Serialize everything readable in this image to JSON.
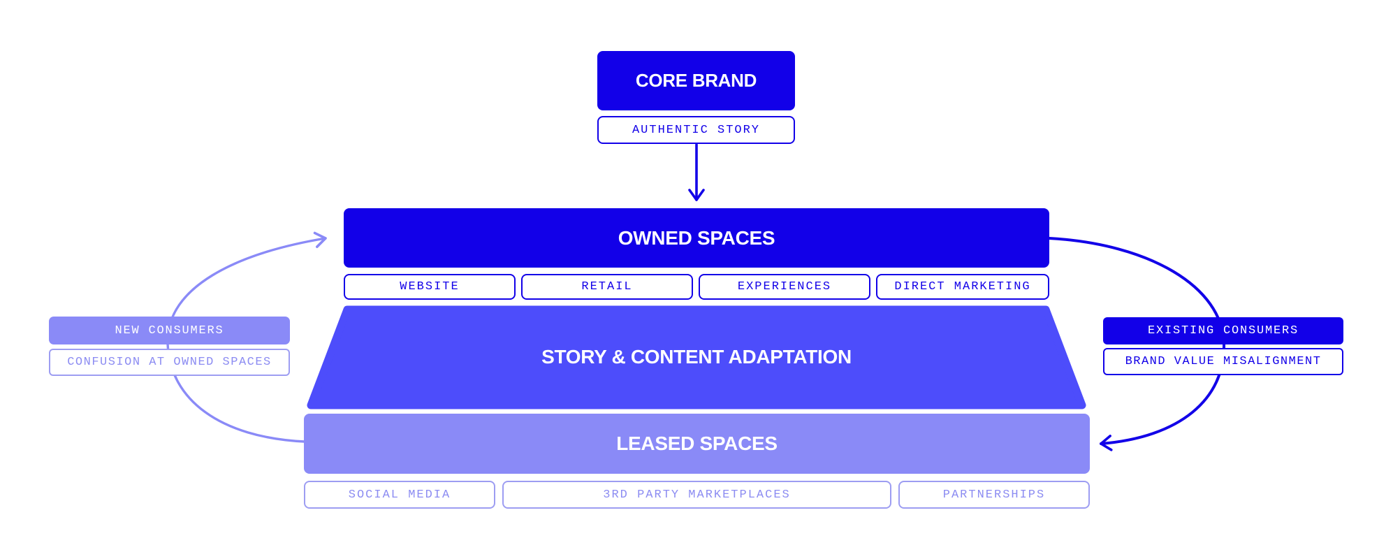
{
  "diagram": {
    "nodes": {
      "core_brand": "CORE BRAND",
      "authentic_story": "AUTHENTIC STORY",
      "owned_spaces": "OWNED SPACES",
      "owned_channels": [
        "WEBSITE",
        "RETAIL",
        "EXPERIENCES",
        "DIRECT MARKETING"
      ],
      "adaptation": "STORY & CONTENT ADAPTATION",
      "leased_spaces": "LEASED SPACES",
      "leased_channels": [
        "SOCIAL MEDIA",
        "3RD PARTY MARKETPLACES",
        "PARTNERSHIPS"
      ],
      "left_audience": "NEW CONSUMERS",
      "left_issue": "CONFUSION AT OWNED SPACES",
      "right_audience": "EXISTING CONSUMERS",
      "right_issue": "BRAND VALUE MISALIGNMENT"
    },
    "colors": {
      "primary_blue": "#1200e8",
      "mid_blue": "#4d4dfb",
      "light_periwinkle": "#8a8af7",
      "pale_periwinkle": "#9d9df2",
      "background": "#ffffff"
    }
  }
}
